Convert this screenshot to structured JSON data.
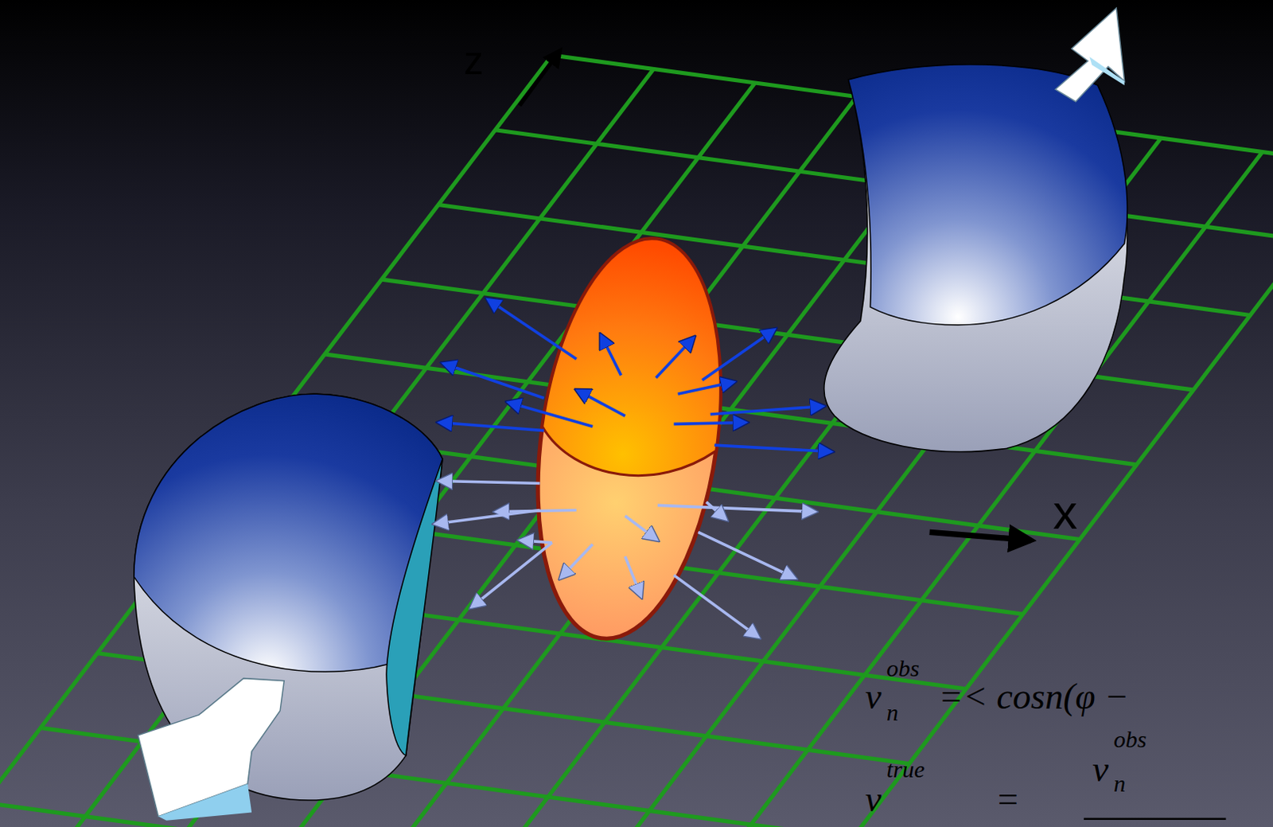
{
  "diagram": {
    "labels": [
      "z",
      "x",
      "v",
      "obs",
      "n",
      "=< cosn(φ −",
      "v",
      "true",
      "=",
      "v",
      "obs",
      "n"
    ]
  }
}
